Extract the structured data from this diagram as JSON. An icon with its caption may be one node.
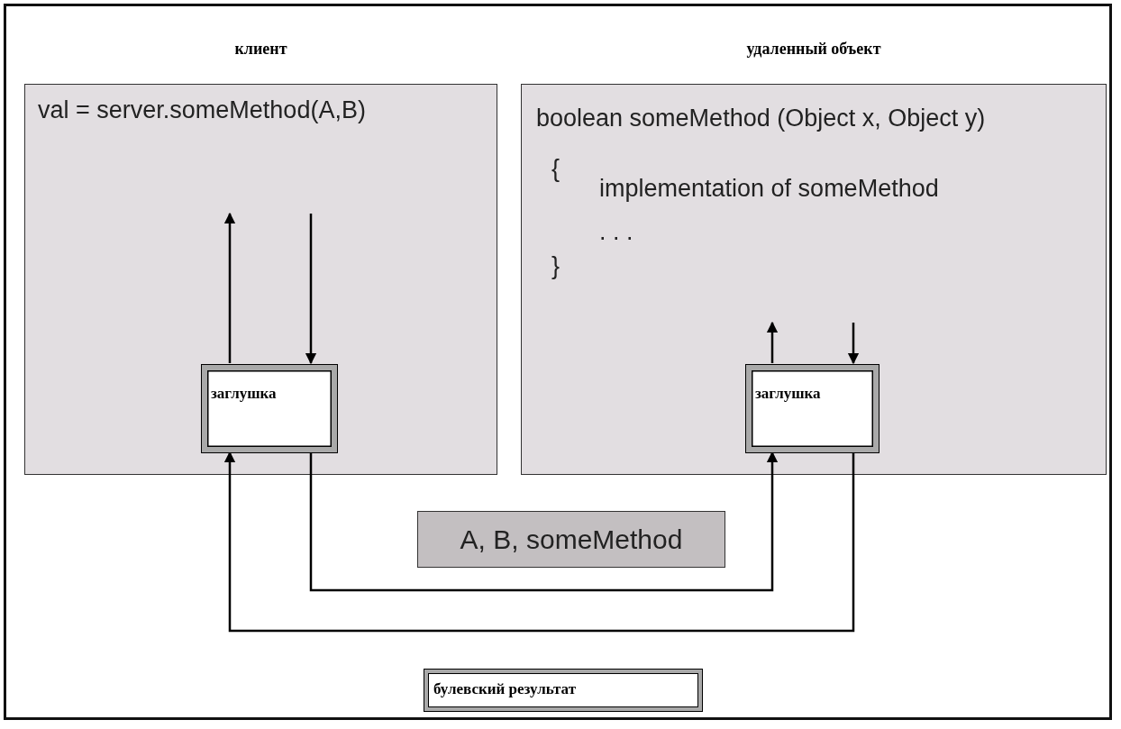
{
  "diagram": {
    "nodes": [
      {
        "text": [
          "клиент",
          "val = server.someMethod(A,B)"
        ]
      },
      {
        "text": [
          "удаленный объект",
          "boolean someMethod (Object x, Object y)",
          "{",
          "implementation of someMethod",
          ". . .",
          "}"
        ]
      },
      {
        "text": [
          "заглушка"
        ],
        "in": 0
      },
      {
        "text": [
          "заглушка"
        ],
        "in": 1
      },
      {
        "text": [
          "A, B, someMethod"
        ]
      },
      {
        "text": [
          "булевский результат"
        ]
      }
    ],
    "edges": [
      {
        "from": 2,
        "to": null,
        "arrow": "to"
      },
      {
        "from": null,
        "to": 2,
        "arrow": "to"
      },
      {
        "from": 3,
        "to": null,
        "arrow": "to"
      },
      {
        "from": null,
        "to": 3,
        "arrow": "to"
      },
      {
        "from": 2,
        "to": 3,
        "arrow": "to"
      },
      {
        "from": 3,
        "to": 2,
        "arrow": "to"
      }
    ]
  }
}
